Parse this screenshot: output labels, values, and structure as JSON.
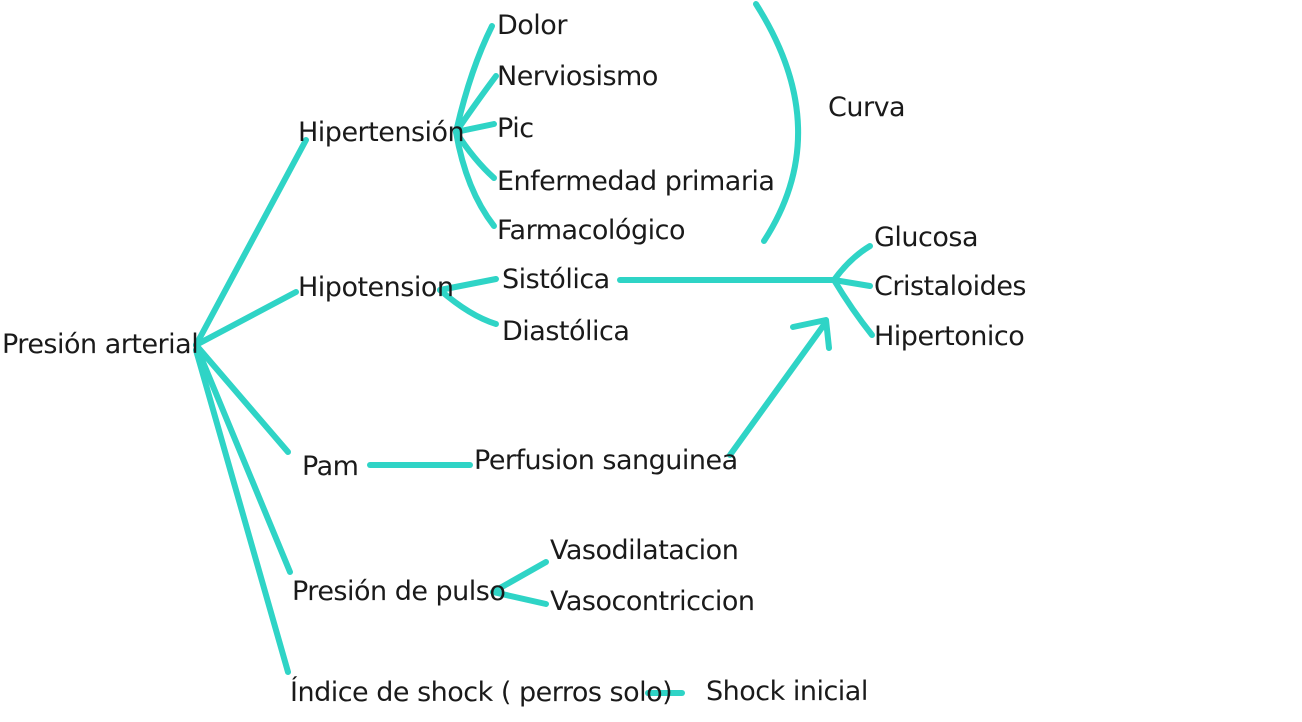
{
  "colors": {
    "connector": "#2fd4c6",
    "text": "#1a1a1a",
    "background": "#ffffff"
  },
  "mind_map": {
    "root": "Presión arterial",
    "branches": [
      {
        "label": "Hipertensión",
        "children": [
          "Dolor",
          "Nerviosismo",
          "Pic",
          "Enfermedad primaria",
          "Farmacológico"
        ]
      },
      {
        "label": "Hipotension",
        "children": [
          "Sistólica",
          "Diastólica"
        ]
      },
      {
        "label": "Pam",
        "children": [
          "Perfusion sanguinea"
        ]
      },
      {
        "label": "Presión de pulso",
        "children": [
          "Vasodilatacion",
          "Vasocontriccion"
        ]
      },
      {
        "label": "Índice de shock ( perros solo)",
        "children": [
          "Shock inicial"
        ]
      }
    ],
    "curve_label": "Curva",
    "treatments": [
      "Glucosa",
      "Cristaloides",
      "Hipertonico"
    ]
  }
}
